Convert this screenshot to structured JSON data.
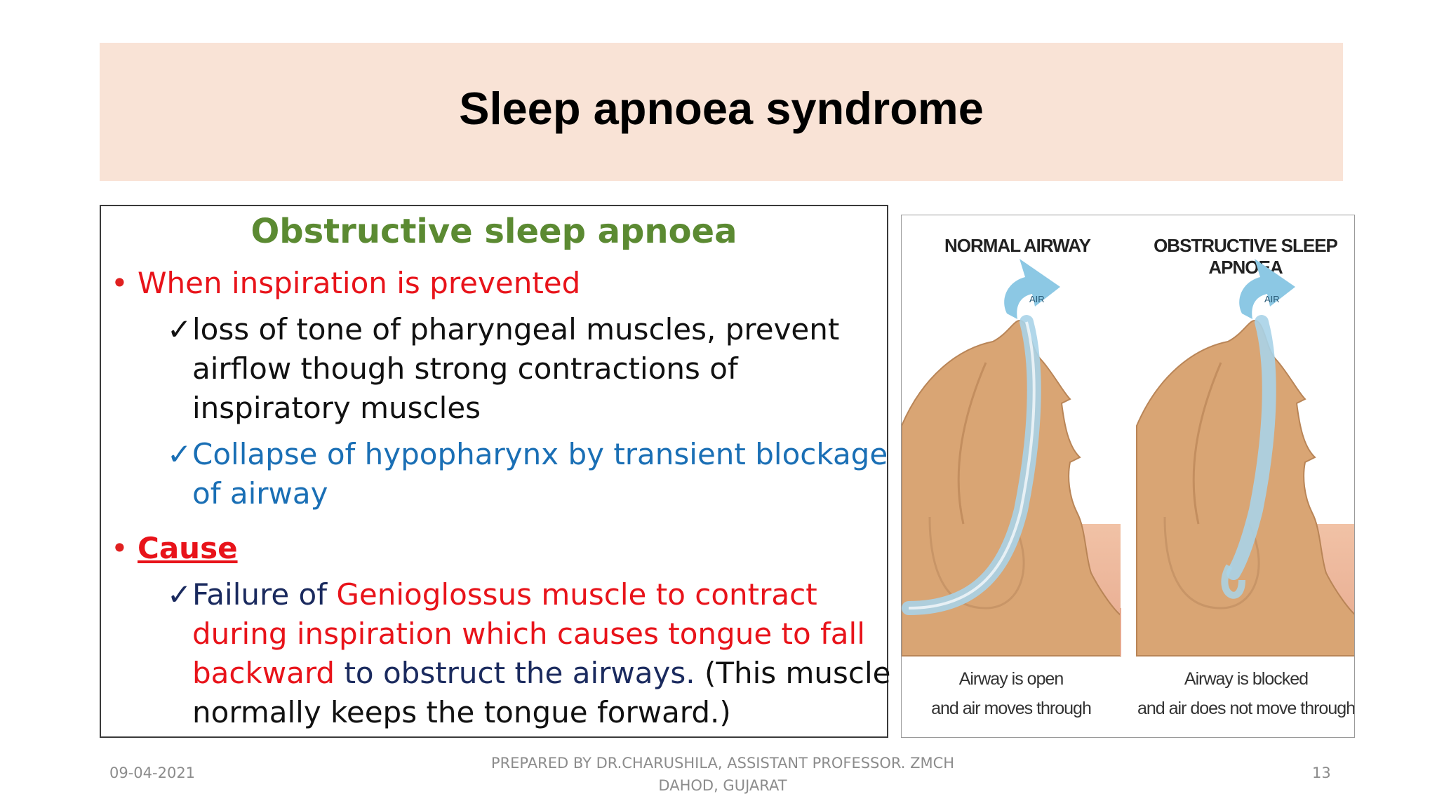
{
  "slide": {
    "title": "Sleep apnoea syndrome"
  },
  "content": {
    "subheading": "Obstructive sleep apnoea",
    "bullet1": {
      "text": "When inspiration is prevented",
      "sub1_lines": [
        "loss of tone of pharyngeal muscles, prevent",
        "airflow though strong contractions of",
        "inspiratory muscles"
      ],
      "sub2_lines": [
        "Collapse of hypopharynx by transient blockage",
        "of airway"
      ]
    },
    "bullet2": {
      "text": "Cause",
      "sub1": {
        "l1_a": "Failure of ",
        "l1_b": "Genioglossus muscle to contract",
        "l2": "during inspiration which causes tongue to fall",
        "l3_a": "backward",
        "l3_b": " to obstruct the airways.",
        "l3_c": " (This muscle",
        "l4": "normally keeps the tongue forward.)"
      }
    },
    "check_glyph": "✓",
    "bullet_glyph": "•"
  },
  "figure": {
    "left_label": "NORMAL AIRWAY",
    "right_label": "OBSTRUCTIVE SLEEP APNOEA",
    "air_label": "AIR",
    "left_caption": [
      "Airway is open",
      "and air moves through"
    ],
    "right_caption": [
      "Airway is blocked",
      "and air does not move through"
    ]
  },
  "footer": {
    "date": "09-04-2021",
    "credit_lines": [
      "PREPARED BY DR.CHARUSHILA, ASSISTANT PROFESSOR. ZMCH",
      "DAHOD, GUJARAT"
    ],
    "page_number": "13"
  },
  "colors": {
    "title_band": "#f9e3d6",
    "subheading": "#5b8a32",
    "red": "#e8131a",
    "blue": "#1a6fb5",
    "navy": "#1a2a5e",
    "skin": "#d9a574",
    "airway": "#a9d3e8"
  }
}
